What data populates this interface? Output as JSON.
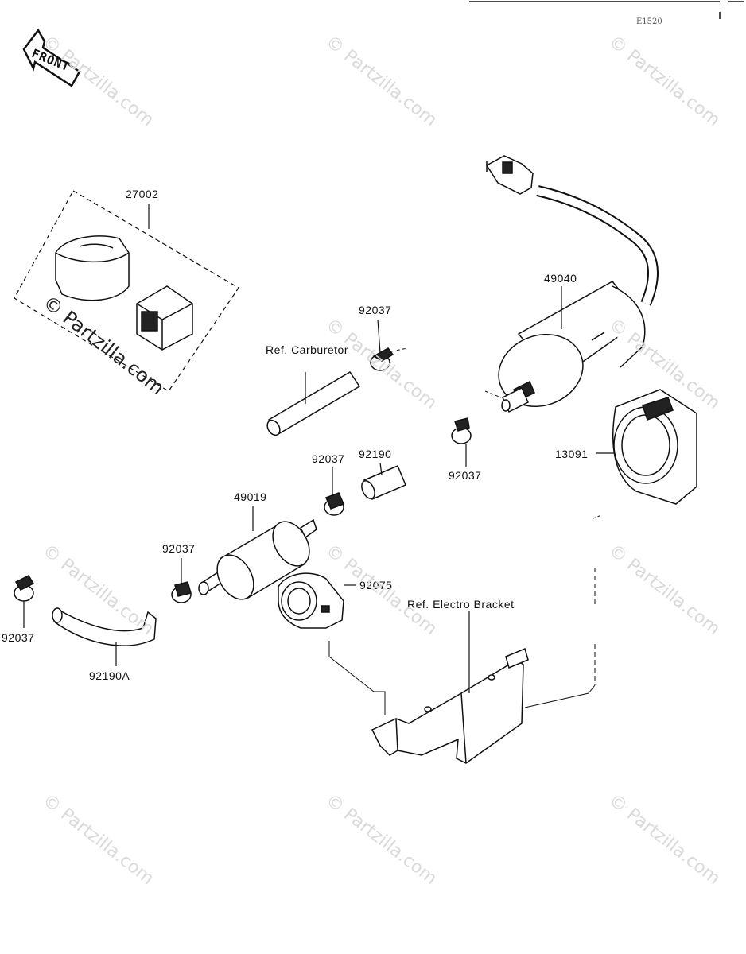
{
  "diagram_code": "E1520",
  "front_label": "FRONT",
  "watermark": "© Partzilla.com",
  "labels": {
    "p27002": "27002",
    "p92037_top": "92037",
    "ref_carburetor": "Ref. Carburetor",
    "p49040": "49040",
    "p92037_mid_left": "92037",
    "p92190": "92190",
    "p92037_mid_right": "92037",
    "p49019": "49019",
    "p13091": "13091",
    "p92037_left": "92037",
    "p92075": "92075",
    "ref_electro_bracket": "Ref. Electro Bracket",
    "p92037_far_left": "92037",
    "p92190A": "92190A"
  }
}
